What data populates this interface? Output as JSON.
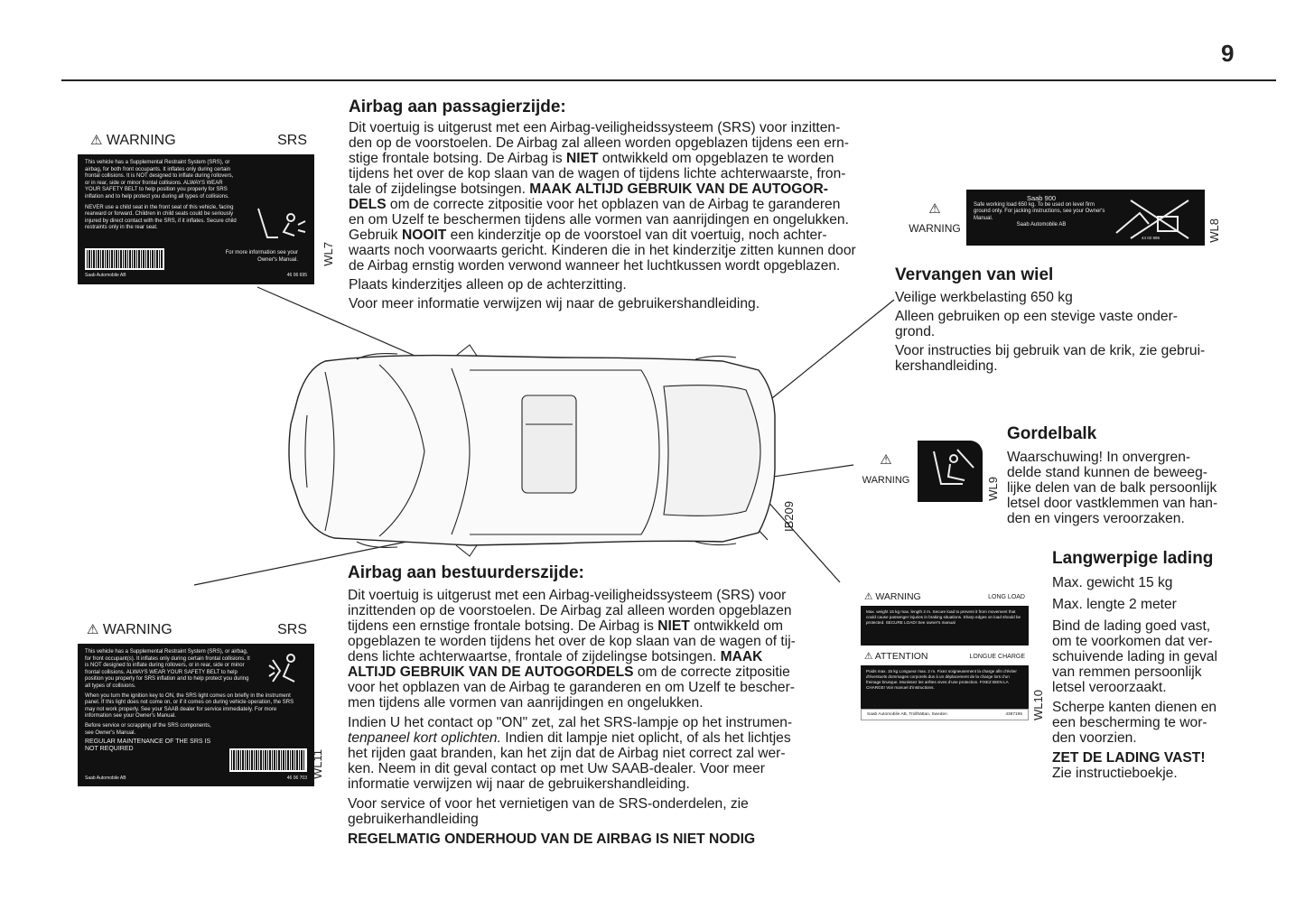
{
  "page_number": "9",
  "passenger": {
    "title": "Airbag aan passagierzijde:",
    "p1a": "Dit voertuig is uitgerust met een Airbag-veiligheidssysteem (SRS) voor inzitten-",
    "p1b": "den op de voorstoelen. De Airbag zal alleen worden opgeblazen tijdens een ern-",
    "p1c_a": "stige frontale botsing. De Airbag is ",
    "p1c_b": "NIET",
    "p1c_c": " ontwikkeld om opgeblazen te worden",
    "p1d": "tijdens het over de kop slaan van de wagen of tijdens lichte achterwaarste, fron-",
    "p1e_a": "tale of zijdelingse botsingen. ",
    "p1e_b": "MAAK ALTIJD GEBRUIK VAN DE AUTOGOR-",
    "p1f_a": "DELS",
    "p1f_b": " om de correcte zitpositie voor het opblazen van de Airbag te garanderen",
    "p1g": "en om Uzelf te beschermen tijdens alle vormen van aanrijdingen en ongelukken.",
    "p1h_a": "Gebruik ",
    "p1h_b": "NOOIT",
    "p1h_c": " een kinderzitje op de voorstoel van dit voertuig, noch achter-",
    "p1i": "waarts noch voorwaarts gericht. Kinderen die in het kinderzitje zitten kunnen door",
    "p1j": "de Airbag ernstig worden verwond wanneer het luchtkussen wordt opgeblazen.",
    "p2": "Plaats kinderzitjes alleen op de achterzitting.",
    "p3": "Voor meer informatie verwijzen wij naar de gebruikershandleiding."
  },
  "driver": {
    "title": "Airbag aan bestuurderszijde:",
    "l1": "Dit voertuig is uitgerust met een Airbag-veiligheidssysteem (SRS) voor",
    "l2": "inzittenden op de voorstoelen. De Airbag zal alleen worden opgeblazen",
    "l3_a": "tijdens een ernstige frontale botsing. De Airbag is ",
    "l3_b": "NIET",
    "l3_c": " ontwikkeld om",
    "l4": "opgeblazen te worden tijdens het over de kop slaan van de wagen of tij-",
    "l5_a": "dens lichte achterwaartse, frontale of zijdelingse botsingen. ",
    "l5_b": "MAAK",
    "l6_a": "ALTIJD GEBRUIK VAN DE AUTOGORDELS",
    "l6_b": " om de correcte zitpositie",
    "l7": "voor het opblazen van de Airbag te garanderen en om Uzelf te bescher-",
    "l8": "men tijdens alle vormen van aanrijdingen en ongelukken.",
    "m1": "Indien U het contact op \"ON\" zet, zal het SRS-lampje op het instrumen-",
    "m2_a": "tenpaneel kort oplichten.",
    "m2_b": " Indien dit lampje niet oplicht, of als het lichtjes",
    "m3": "het rijden gaat branden, kan het zijn dat de Airbag niet correct zal wer-",
    "m4": "ken. Neem in dit geval contact op met Uw SAAB-dealer. Voor meer",
    "m5": "informatie verwijzen wij naar de gebruikershandleiding.",
    "s1": "Voor service of voor het vernietigen van de SRS-onderdelen, zie",
    "s2": "gebruikerhandleiding",
    "final": "REGELMATIG ONDERHOUD VAN DE AIRBAG IS NIET NODIG"
  },
  "wheel": {
    "title": "Vervangen van wiel",
    "line1": "Veilige werkbelasting 650 kg",
    "line2a": "Alleen gebruiken op een stevige vaste onder-",
    "line2b": "grond.",
    "line3a": "Voor instructies bij gebruik van de krik, zie gebrui-",
    "line3b": "kershandleiding."
  },
  "belt": {
    "title": "Gordelbalk",
    "l1": "Waarschuwing! In onvergren-",
    "l2": "delde stand kunnen de beweeg-",
    "l3": "lijke delen van de balk persoonlijk",
    "l4": "letsel door vastklemmen van han-",
    "l5": "den en vingers veroorzaken."
  },
  "load": {
    "title": "Langwerpige lading",
    "l1": "Max. gewicht 15 kg",
    "l2": "Max. lengte 2 meter",
    "l3a": "Bind de lading goed vast,",
    "l3b": "om te voorkomen dat ver-",
    "l3c": "schuivende lading in geval",
    "l3d": "van remmen persoonlijk",
    "l3e": "letsel veroorzaakt.",
    "l4a": "Scherpe kanten dienen en",
    "l4b": "een bescherming te wor-",
    "l4c": "den voorzien.",
    "l5": "ZET DE LADING VAST!",
    "l6": "Zie instructieboekje."
  },
  "labels": {
    "wl7": {
      "code": "WL7",
      "warning": "WARNING",
      "srs": "SRS",
      "text1": "This vehicle has a Supplemental Restraint System (SRS), or airbag, for both front occupants. It inflates only during certain frontal collisions. It is NOT designed to inflate during rollovers, or in rear, side or minor frontal collisions. ALWAYS WEAR YOUR SAFETY BELT to help position you properly for SRS inflation and to help protect you during all types of collisions.",
      "text2": "NEVER use a child seat in the front seat of this vehicle, facing rearward or forward. Children in child seats could be seriously injured by direct contact with the SRS, if it inflates. Secure child restraints only in the rear seat.",
      "more": "For more information see your Owner's Manual.",
      "maker": "Saab Automobile AB",
      "partno": "46 06 695"
    },
    "wl11": {
      "code": "WL11",
      "warning": "WARNING",
      "srs": "SRS",
      "text1": "This vehicle has a Supplemental Restraint System (SRS), or airbag, for front occupant(s). It inflates only during certain frontal collisions. It is NOT designed to inflate during rollovers, or in rear, side or minor frontal collisions. ALWAYS WEAR YOUR SAFETY BELT to help position you properly for SRS inflation and to help protect you during all types of collisions.",
      "text2": "When you turn the ignition key to ON, the SRS light comes on briefly in the instrument panel. If this light does not come on, or if it comes on during vehicle operation, the SRS may not work properly. See your SAAB dealer for service immediately. For more information see your Owner's Manual.",
      "text3": "Before service or scrapping of the SRS components, see Owner's Manual.",
      "regular": "REGULAR MAINTENANCE OF THE SRS IS NOT REQUIRED",
      "maker": "Saab Automobile AB",
      "partno": "46 06 703"
    },
    "wl8": {
      "code": "WL8",
      "warning": "WARNING",
      "title": "Saab 900",
      "text": "Safe working load 650 kg. To be used on level firm ground only. For jacking instructions, see your Owner's Manual.",
      "maker": "Saab Automobile AB",
      "partno": "44 02 896"
    },
    "wl9": {
      "code": "WL9",
      "warning": "WARNING"
    },
    "wl10": {
      "code": "WL10",
      "warning": "WARNING",
      "longload": "LONG LOAD",
      "text1": "Max. weight 15 kg    max. length 2 m. Secure load to prevent it from movement that could cause passenger injuries in braking situations. Sharp edges on load should be protected. SECURE LOAD! See owner's manual",
      "attention": "ATTENTION",
      "longue": "LONGUE CHARGE",
      "text2": "Poids max. 15 kg    Longueur max. 2 m. Fixez soigneusement la charge afin d'éviter d'éventuels dommages corporels dus à un déplacement de la charge lors d'un freinage brusque. Munissez les arêtes vives d'une protection. FIXEZ BIEN LA CHARGE! Voir manuel d'instructions.",
      "maker": "Saab Automobile AB, Trollhättan, Sweden",
      "partno": "4387195"
    },
    "diagram": {
      "code": "IB209"
    }
  }
}
